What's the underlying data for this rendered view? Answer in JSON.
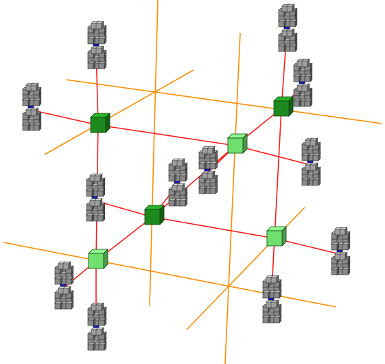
{
  "diagram": {
    "type": "3d-lattice",
    "colors": {
      "background": "#ffffff",
      "orange_axes": "#ff8c00",
      "red_edges": "#ff1a1a",
      "node_dark_green": "#1e8a1e",
      "node_light_green": "#6fe06f",
      "cluster_cube": "#8a8a8a",
      "cluster_core": "#1a1aaa"
    },
    "nodes": [
      {
        "id": "n1",
        "shade": "dark"
      },
      {
        "id": "n2",
        "shade": "light"
      },
      {
        "id": "n3",
        "shade": "dark"
      },
      {
        "id": "n4",
        "shade": "dark"
      },
      {
        "id": "n5",
        "shade": "light"
      },
      {
        "id": "n6",
        "shade": "light"
      }
    ],
    "cluster_count": 12
  }
}
